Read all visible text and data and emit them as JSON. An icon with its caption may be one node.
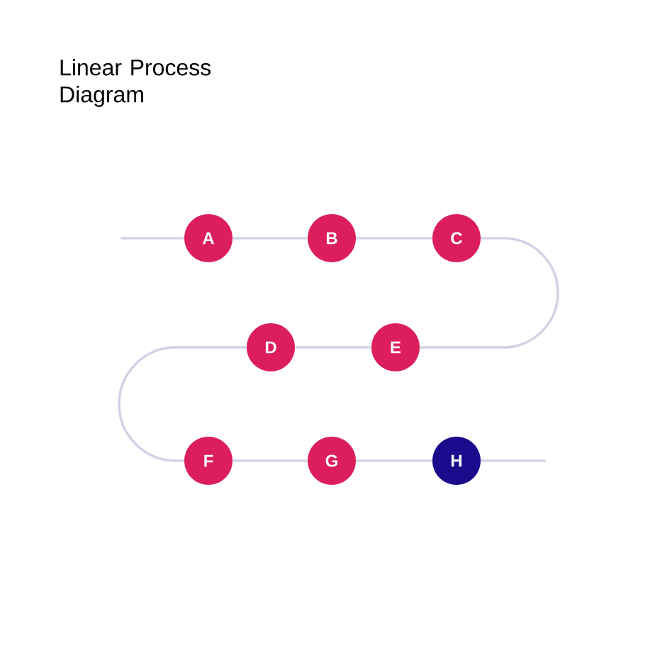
{
  "diagram": {
    "title": "Linear Process Diagram",
    "nodes": [
      {
        "text": [
          "A"
        ]
      },
      {
        "text": [
          "B"
        ]
      },
      {
        "text": [
          "C"
        ]
      },
      {
        "text": [
          "D"
        ]
      },
      {
        "text": [
          "E"
        ]
      },
      {
        "text": [
          "F"
        ]
      },
      {
        "text": [
          "G"
        ]
      },
      {
        "text": [
          "H"
        ]
      }
    ],
    "edges": [
      {
        "from": null,
        "to": 0,
        "arrow": "none"
      },
      {
        "from": 0,
        "to": 1,
        "arrow": "none"
      },
      {
        "from": 1,
        "to": 2,
        "arrow": "none"
      },
      {
        "from": 2,
        "to": 4,
        "arrow": "none"
      },
      {
        "from": 4,
        "to": 3,
        "arrow": "none"
      },
      {
        "from": 3,
        "to": 5,
        "arrow": "none"
      },
      {
        "from": 5,
        "to": 6,
        "arrow": "none"
      },
      {
        "from": 6,
        "to": 7,
        "arrow": "none"
      },
      {
        "from": 7,
        "to": null,
        "arrow": "none"
      }
    ]
  }
}
